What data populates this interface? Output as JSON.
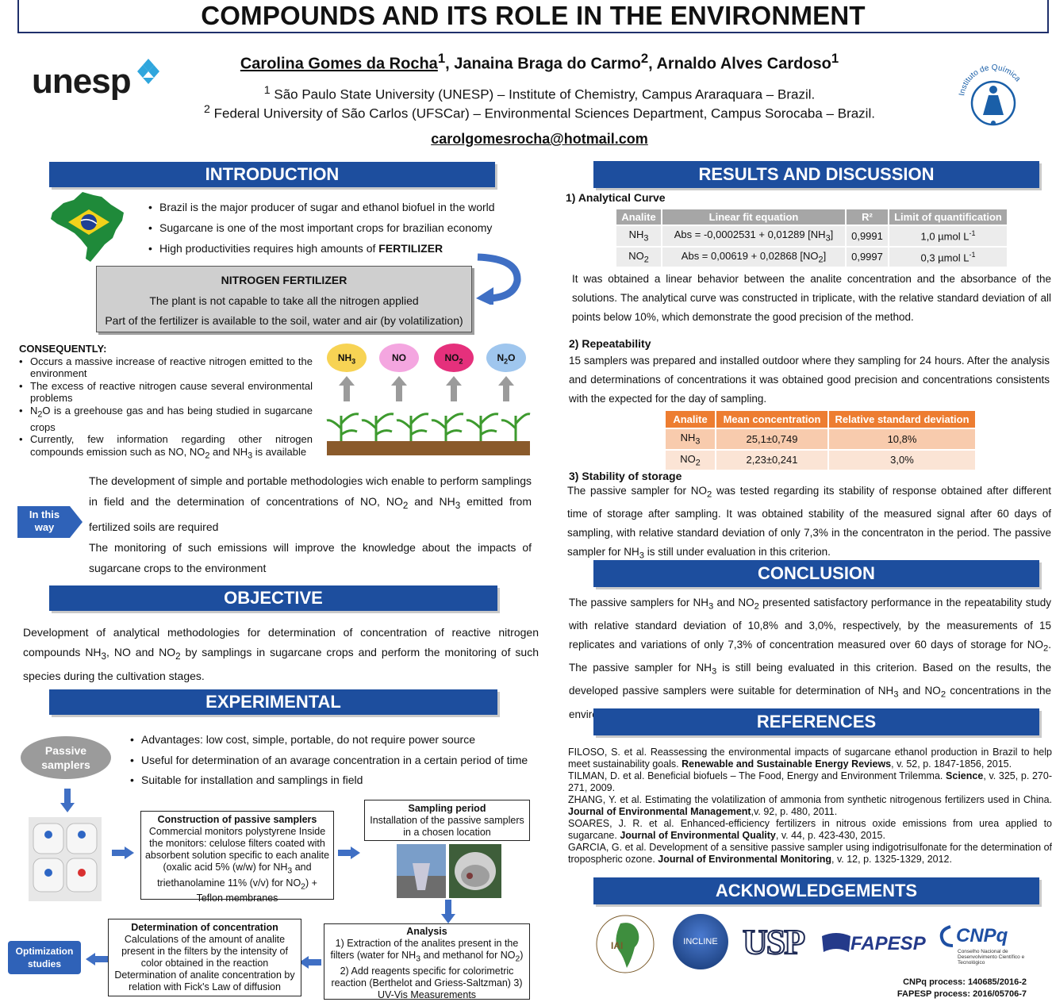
{
  "header": {
    "title": "COMPOUNDS AND ITS ROLE IN THE ENVIRONMENT",
    "author1": "Carolina Gomes da Rocha",
    "author1_sup": "1",
    "author2": ", Janaina Braga do Carmo",
    "author2_sup": "2",
    "author3": ", Arnaldo Alves Cardoso",
    "author3_sup": "1",
    "affil1_sup": "1",
    "affil1": " São Paulo State University (UNESP) – Institute of Chemistry, Campus Araraquara – Brazil.",
    "affil2_sup": "2",
    "affil2": " Federal University of São Carlos (UFSCar) – Environmental Sciences Department, Campus Sorocaba – Brazil.",
    "email": "carolgomesrocha@hotmail.com",
    "logo_left": "unesp",
    "logo_right": "Instituto de Química"
  },
  "introduction": {
    "heading": "INTRODUCTION",
    "bullets": [
      "Brazil is the major producer of sugar and ethanol biofuel in the world",
      "Sugarcane is one of the most important crops for brazilian economy",
      "High productivities requires high amounts of "
    ],
    "bullet3_bold": "FERTILIZER",
    "fert_title": "NITROGEN FERTILIZER",
    "fert_line1": "The  plant is not capable to take all the nitrogen applied",
    "fert_line2": "Part of the fertilizer is available to the soil, water and air (by volatilization)",
    "consequently": "CONSEQUENTLY:",
    "cons1": "Occurs a massive increase of reactive nitrogen emitted to the environment",
    "cons2": "The excess of reactive nitrogen cause several environmental problems",
    "cons3": "N",
    "cons3_sub": "2",
    "cons3_rest": "O is a greehouse gas and has being studied in sugarcane crops",
    "cons4a": "Currently, few information regarding other nitrogen compounds emission such as NO, NO",
    "cons4_sub1": "2",
    "cons4b": " and NH",
    "cons4_sub2": "3",
    "cons4c": " is available",
    "gases": [
      {
        "main": "NH",
        "sub": "3",
        "color": "#f7d354"
      },
      {
        "main": "NO",
        "sub": "",
        "color": "#f4a6e0"
      },
      {
        "main": "NO",
        "sub": "2",
        "color": "#e5307c"
      },
      {
        "main": "N",
        "sub": "2",
        "tail": "O",
        "color": "#9fc6ee"
      }
    ],
    "in_this_way": "In this way",
    "dev_a": "The development of simple and portable methodologies wich enable to perform samplings in field and the determination of concentrations of NO, NO",
    "dev_sub1": "2",
    "dev_b": " and NH",
    "dev_sub2": "3",
    "dev_c": " emitted from fertilized soils are required",
    "monitoring": "The monitoring of such emissions will improve the knowledge about the impacts of sugarcane crops to the environment"
  },
  "objective": {
    "heading": "OBJECTIVE",
    "text_a": "Development of analytical methodologies for determination of concentration of reactive nitrogen compounds NH",
    "sub1": "3",
    "text_b": ", NO and NO",
    "sub2": "2",
    "text_c": " by samplings in sugarcane crops and perform the monitoring of such species during the cultivation stages."
  },
  "experimental": {
    "heading": "EXPERIMENTAL",
    "passive": "Passive samplers",
    "bullets": [
      "Advantages: low cost, simple, portable, do not require power source",
      "Useful for determination of an avarage concentration in a certain period of time",
      "Suitable for installation and samplings in field"
    ],
    "construction_title": "Construction of passive samplers",
    "construction_a": "Commercial monitors polystyrene Inside the monitors: celulose filters coated with absorbent solution specific to each analite (oxalic acid 5% (w/w) for NH",
    "construction_sub1": "3",
    "construction_b": " and triethanolamine 11% (v/v) for NO",
    "construction_sub2": "2",
    "construction_c": ") + Teflon membranes",
    "sampling_title": "Sampling period",
    "sampling_text": "Installation of the passive samplers in a chosen location",
    "analysis_title": "Analysis",
    "analysis_a": "1) Extraction of the analites present in the filters (water for NH",
    "analysis_sub1": "3",
    "analysis_b": " and methanol for NO",
    "analysis_sub2": "2",
    "analysis_c": ") 2) Add reagents specific for colorimetric reaction (Berthelot and Griess-Saltzman) 3) UV-Vis Measurements",
    "determination_title": "Determination of concentration",
    "determination_text": "Calculations of the amount of analite present in the filters by the intensity of color obtained in the reaction Determination of analite concentration by relation with Fick's Law of diffusion",
    "optimization": "Optimization studies"
  },
  "results": {
    "heading": "RESULTS AND DISCUSSION",
    "sub1": "1) Analytical Curve",
    "table1": {
      "headers": [
        "Analite",
        "Linear fit equation",
        "R²",
        "Limit of quantification"
      ],
      "rows": [
        {
          "a": "NH",
          "a_sub": "3",
          "eq_a": "Abs = -0,0002531 + 0,01289 [NH",
          "eq_sub": "3",
          "eq_b": "]",
          "r2": "0,9991",
          "loq": "1,0 µmol L",
          "loq_sup": "-1"
        },
        {
          "a": "NO",
          "a_sub": "2",
          "eq_a": "Abs = 0,00619 + 0,02868 [NO",
          "eq_sub": "2",
          "eq_b": "]",
          "r2": "0,9997",
          "loq": "0,3 µmol L",
          "loq_sup": "-1"
        }
      ]
    },
    "text1": "It was obtained a linear behavior between the analite concentration and the absorbance of the solutions. The analytical curve was constructed in triplicate, with the relative standard deviation of all points below 10%, which demonstrate the good precision of the method.",
    "sub2": "2) Repeatability",
    "text2": "15 samplers was prepared and installed outdoor where they sampling for 24 hours. After the analysis and determinations of concentrations it was obtained good precision and concentrations consistents with the expected for the day of sampling.",
    "table2": {
      "headers": [
        "Analite",
        "Mean concentration",
        "Relative standard deviation"
      ],
      "rows": [
        {
          "a": "NH",
          "a_sub": "3",
          "mean": "25,1±0,749",
          "rsd": "10,8%"
        },
        {
          "a": "NO",
          "a_sub": "2",
          "mean": "2,23±0,241",
          "rsd": "3,0%"
        }
      ]
    },
    "sub3": "3) Stability of storage",
    "text3_a": "The passive sampler for NO",
    "text3_sub1": "2",
    "text3_b": " was tested regarding its stability of response obtained after different time of storage after sampling. It was obtained stability of the measured signal after 60 days of sampling, with relative standard deviation of only 7,3% in the concentraton in the period. The passive sampler for NH",
    "text3_sub2": "3",
    "text3_c": " is still under evaluation in this criterion."
  },
  "conclusion": {
    "heading": "CONCLUSION",
    "t1": "The passive samplers for NH",
    "s1": "3",
    "t2": " and NO",
    "s2": "2",
    "t3": " presented satisfactory performance in the repeatability study with relative standard deviation of 10,8% and 3,0%, respectively, by the measurements of 15 replicates and variations of only 7,3% of concentration measured over 60 days of storage for NO",
    "s3": "2",
    "t4": ". The passive sampler for NH",
    "s4": "3",
    "t5": " is still being evaluated in this criterion. Based on the results, the developed passive samplers were suitable for determination of NH",
    "s5": "3",
    "t6": " and NO",
    "s6": "2",
    "t7": " concentrations in the environment and present the necessary simplicity to enable their installation in sugarcane crops."
  },
  "references": {
    "heading": "REFERENCES",
    "items": [
      {
        "a": "FILOSO, S. et al. Reassessing the environmental impacts of sugarcane ethanol production in Brazil to help meet sustainability goals. ",
        "b": "Renewable and Sustainable Energy Reviews",
        "c": ", v. 52, p. 1847-1856, 2015."
      },
      {
        "a": "TILMAN, D. et al. Beneficial biofuels – The Food, Energy and Environment Trilemma. ",
        "b": "Science",
        "c": ", v. 325, p. 270-271, 2009."
      },
      {
        "a": "ZHANG, Y. et al. Estimating the volatilization of ammonia from synthetic nitrogenous fertilizers used in China. ",
        "b": "Journal of Environmental Management",
        "c": ",v. 92, p. 480, 2011."
      },
      {
        "a": "SOARES, J. R. et al. Enhanced-efficiency fertilizers in nitrous oxide emissions from urea applied to sugarcane. ",
        "b": "Journal of Environmental Quality",
        "c": ", v. 44, p. 423-430, 2015."
      },
      {
        "a": "GARCIA, G. et al. Development of a sensitive passive sampler using indigotrisulfonate for the determination of tropospheric ozone. ",
        "b": "Journal of Environmental Monitoring",
        "c": ", v. 12, p. 1325-1329, 2012."
      }
    ]
  },
  "acknowledgements": {
    "heading": "ACKNOWLEDGEMENTS",
    "logos": [
      "IAI",
      "INCLINE",
      "USP",
      "FAPESP",
      "CNPq"
    ],
    "cnpq_sub": "Conselho Nacional de Desenvolvimento Científico e Tecnológico",
    "process1": "CNPq process:  140685/2016-2",
    "process2": "FAPESP process: 2016/05706-7"
  },
  "colors": {
    "accent": "#1d4e9e",
    "orange": "#ed7d31",
    "arrow": "#3f6fc4"
  }
}
